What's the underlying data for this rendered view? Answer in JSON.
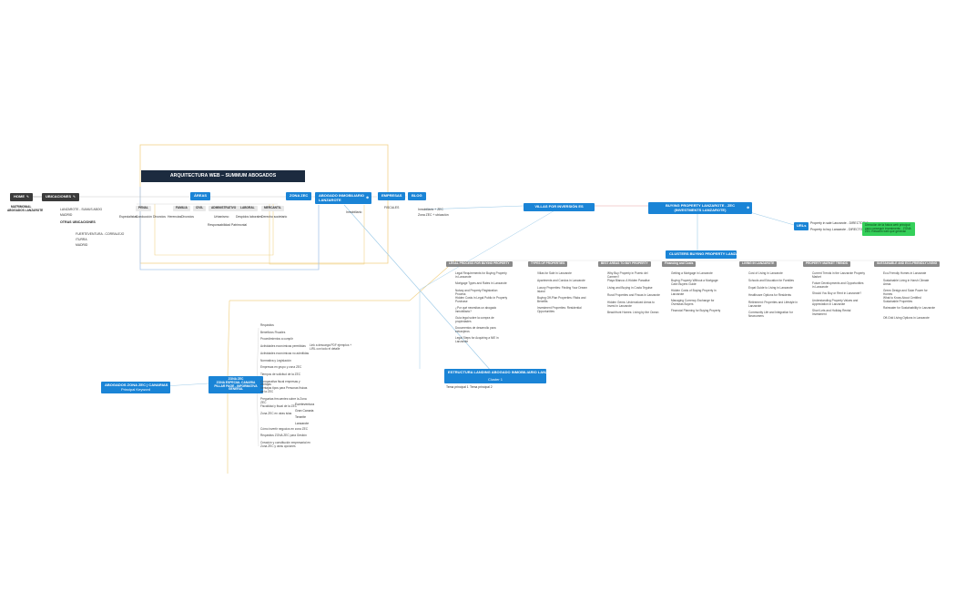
{
  "main_title": "ARQUITECTURA WEB – SUMMUM ABOGADOS",
  "home": {
    "label": "HOME",
    "sub_line1": "MATRIMONIAL",
    "sub_line2": "ABOGADOS LANZAROTE"
  },
  "ubicaciones": {
    "label": "UBICACIONES",
    "items": [
      "LANZAROTE - SUMUS ABOG",
      "MADRID",
      "OTRAS UBICACIONES"
    ],
    "sub": [
      "FUERTEVENTURA - CORRALEJO",
      "ITURRA",
      "MADRID"
    ]
  },
  "areas": {
    "label": "ÁREAS",
    "penal": "PENAL",
    "familia": "FAMILIA",
    "civil": "CIVIL",
    "administrativo": "ADMINISTRATIVO",
    "laboral": "LABORAL",
    "mercantil": "MERCANTIL",
    "penal_children": [
      "Especialistas",
      "Conducción"
    ],
    "familia_children": [
      "Divorcios",
      "Herencias"
    ],
    "civil_children": [
      "Divorcios"
    ],
    "administrativo_children": [
      "Urbanismo",
      "Responsabilidad Patrimonial"
    ],
    "laboral_children": [
      "Despidos laborales"
    ],
    "mercantil_children": [
      "Derecho societario"
    ]
  },
  "zona_zec": {
    "label": "ZONA ZEC"
  },
  "abogado_inmobiliario": {
    "label_line1": "ABOGADO INMOBILIARIO",
    "label_line2": "LANZAROTE",
    "child": "Inmobiliario"
  },
  "empresas": {
    "label": "EMPRESAS",
    "child": "FISCALES"
  },
  "blog": {
    "label": "BLOG",
    "children": [
      "Inmobiliario + ZEC",
      "Zona ZEC + ubicación"
    ]
  },
  "villas": {
    "label": "VILLAS FOR INVERSIÓN ES"
  },
  "buying": {
    "label_line1": "BUYING PROPERTY LANZAROTE - ZEC",
    "label_line2": "(INVESTMENTS LANZAROTE)"
  },
  "urls": {
    "label": "URLs",
    "items": [
      "Property in sale Lanzarote - DIRECTORIO",
      "Property to buy Lanzarote - DIRECTORIO"
    ]
  },
  "green_note": "Dirección de la futura web principal para conseguir investments - ZONA ZEC Relación web que generan",
  "clusters": {
    "label": "CLUSTERS BUYING PROPERTY LANZAROTE"
  },
  "columns": [
    {
      "header": "LEGAL PROCESS FOR BUYING PROPERTY",
      "items": [
        "Legal Requirements for Buying Property in Lanzarote",
        "Mortgage Types and Rates in Lanzarote",
        "Notary and Property Registration Process",
        "Hidden Costs in Legal Public in Property Purchase",
        "¿Por qué necesitas un abogado inmobiliario?",
        "Guía legal sobre la compra de propiedades",
        "Documentos de desarrollo para extranjeros",
        "Legal Steps for Acquiring a NIE in Lanzarote"
      ]
    },
    {
      "header": "TYPES OF PROPERTIES",
      "items": [
        "Villas for Sale in Lanzarote",
        "Apartments and Condos in Lanzarote",
        "Luxury Properties: Finding Your Dream Island",
        "Buying Off-Plan Properties: Risks and Benefits",
        "Investment Properties: Residential Opportunities"
      ]
    },
    {
      "header": "BEST AREAS TO BUY PROPERTY",
      "items": [
        "Why Buy Property in Puerto del Carmen?",
        "Playa Blanca: A Hidden Paradise",
        "Living and Buying in Costa Teguise",
        "Rural Properties and Fincas in Lanzarote",
        "Hidden Gems: Undervalued Areas to Invest in Lanzarote",
        "Beachfront Homes: Living by the Ocean"
      ]
    },
    {
      "header": "Financing and Costs",
      "items": [
        "Getting a Mortgage in Lanzarote",
        "Buying Property Without a Mortgage: Cash Buyers Guide",
        "Hidden Costs of Buying Property in Lanzarote",
        "Managing Currency Exchange for Overseas Buyers",
        "Financial Planning for Buying Property"
      ]
    },
    {
      "header": "LIVING IN LANZAROTE",
      "items": [
        "Cost of Living in Lanzarote",
        "Schools and Education for Families",
        "Expat Guide to Living in Lanzarote",
        "Healthcare Options for Residents",
        "Retirement: Properties and Lifestyle in Lanzarote",
        "Community Life and Integration for Newcomers"
      ]
    },
    {
      "header": "PROPERTY MARKET TRENDS",
      "items": [
        "Current Trends in the Lanzarote Property Market",
        "Future Developments and Opportunities in Lanzarote",
        "Should You Buy or Rent in Lanzarote?",
        "Understanding Property Values and Appreciation in Lanzarote",
        "Short Lets and Holiday Rental Investment"
      ]
    },
    {
      "header": "SUSTAINABLE AND ECO-FRIENDLY LIVING",
      "items": [
        "Eco-Friendly Homes in Lanzarote",
        "Sustainable Living in Harsh Climate Areas",
        "Green Design and Solar Power for Homes",
        "What to Know About Certified Sustainable Properties",
        "Rainwater for Sustainability in Lanzarote",
        "Off-Grid Living Options in Lanzarote"
      ]
    }
  ],
  "estructura": {
    "label": "ESTRUCTURA LANDING ABOGADO INMOBILIARIO LANZAROTE",
    "sub": "Cluster 1",
    "children": [
      "Tema principal 1",
      "Tema principal 2"
    ]
  },
  "abogados_zona": {
    "label_line1": "ABOGADOS ZONA ZEC | CANARIAS",
    "label_line2": "Principal Keyword"
  },
  "zona_zec_hub": {
    "label_line1": "ZONA ZEC",
    "label_line2": "ZONA ESPECIAL CANARIA",
    "label_line3": "PILLAR PAGE - INFORMATIVA",
    "label_line4": "GENERAL"
  },
  "zec_items": [
    "Requisitos",
    "Beneficios Fiscales",
    "Procedimientos a cumplir",
    "Actividades económicas permitidas",
    "Actividades económicas no admitidas",
    "Normativa y Legislación",
    "Empresas en grupo y zona ZEC",
    "Tiempos de solicitud de la ZEC",
    "Comparativa fiscal empresas y ventajas",
    "Ventajas tipos para Personas físicas de la ZEC",
    "Preguntas frecuentes sobre la Zona ZEC",
    "Fiscalidad y fiscal de la ZEC",
    "Zona ZEC en otras islas",
    "Cómo invertir negocios en zona ZEC",
    "Requisitos ZONA ZEC para Gestión",
    "Creación y constitución empresarial en Zona ZEC y otras opciones"
  ],
  "zec_note": "Link a descarga PDF ejemplos + LIRL con todo el detalle",
  "islands": [
    "Fuerteventura",
    "Gran Canaria",
    "Tenerife",
    "Lanzarote"
  ],
  "colors": {
    "blue": "#1a84d6",
    "dark": "#3b3b3b",
    "navy": "#1c2b3f",
    "grey": "#8a8a8a",
    "green": "#35d05a",
    "frame_yellow": "#f2d38a",
    "frame_blue": "#a9c6ea"
  }
}
